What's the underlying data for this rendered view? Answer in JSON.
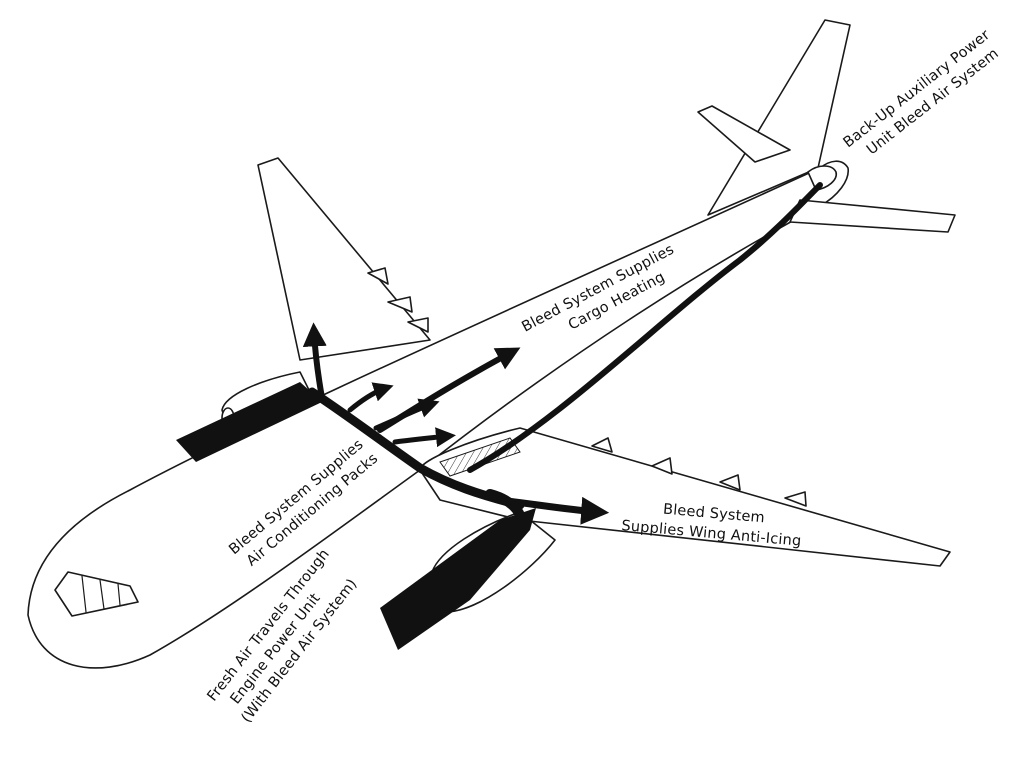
{
  "colors": {
    "ink": "#111111",
    "paper": "#ffffff"
  },
  "labels": {
    "apu": {
      "line1": "Back-Up Auxiliary Power",
      "line2": "Unit Bleed Air System"
    },
    "cargo": {
      "line1": "Bleed System Supplies",
      "line2": "Cargo Heating"
    },
    "packs": {
      "line1": "Bleed System Supplies",
      "line2": "Air Conditioning Packs"
    },
    "wing": {
      "line1": "Bleed System",
      "line2": "Supplies Wing Anti-Icing"
    },
    "engine": {
      "line1": "Fresh Air Travels Through",
      "line2": "Engine Power Unit",
      "line3": "(With Bleed Air System)"
    }
  }
}
